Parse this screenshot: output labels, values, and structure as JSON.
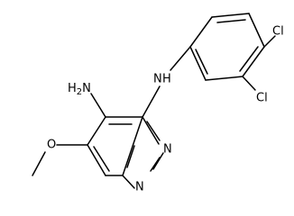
{
  "molecule": {
    "atoms": {
      "cl_top": "Cl",
      "cl_right": "Cl",
      "nh_linker": "N",
      "nh_linker_h": "H",
      "amine": "H2N",
      "n_top": "N",
      "n_bottom": "N",
      "methoxy_o": "O"
    }
  },
  "colors": {
    "bond": "#000000",
    "text": "#000000",
    "background": "#ffffff"
  }
}
